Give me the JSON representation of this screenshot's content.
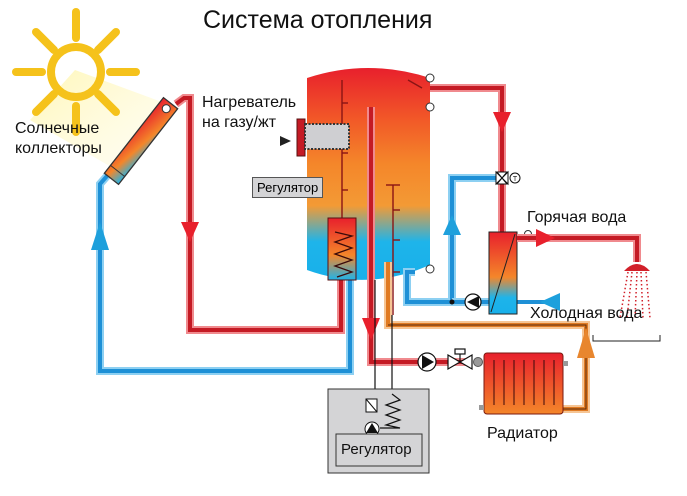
{
  "title": "Система отопления",
  "labels": {
    "solar_collectors_line1": "Солнечные",
    "solar_collectors_line2": "коллекторы",
    "heater_line1": "Нагреватель",
    "heater_line2": "на газу/жт",
    "regulator_tank": "Регулятор",
    "regulator_bottom": "Регулятор",
    "hot_water": "Горячая вода",
    "cold_water": "Холодная вода",
    "radiator": "Радиатор"
  },
  "valve_label": "T",
  "colors": {
    "hot": "#d2202a",
    "cold": "#1ea0dc",
    "warm": "#e8862e",
    "sun": "#f5c21b",
    "regulator_fill": "#d4d4d6"
  }
}
